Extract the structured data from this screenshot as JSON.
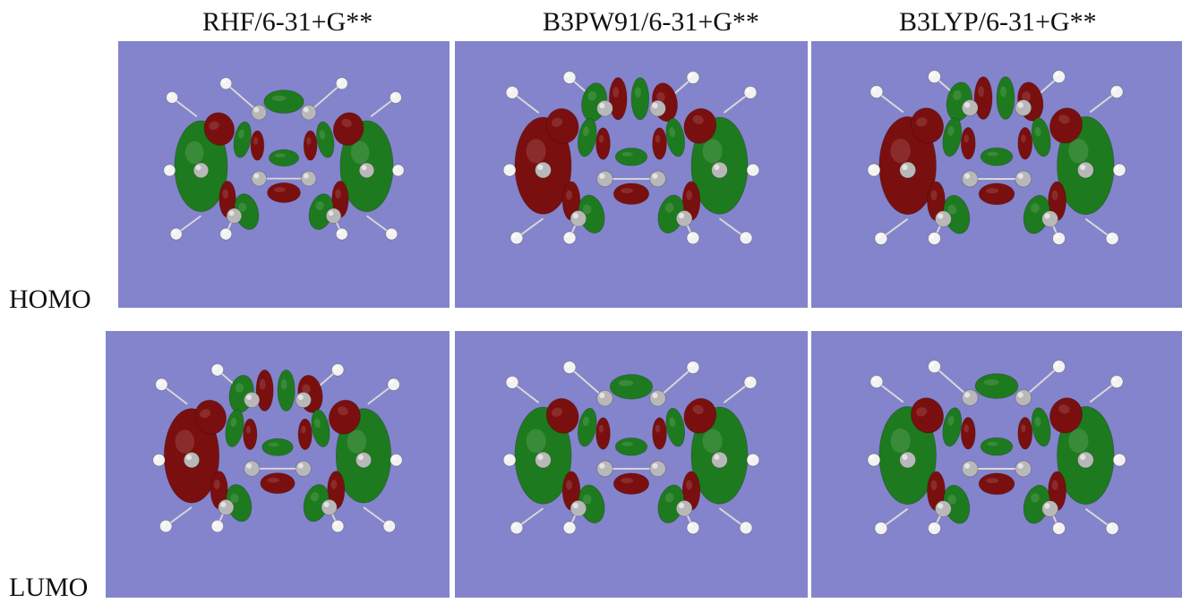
{
  "columns": [
    {
      "title": "RHF/6-31+G**"
    },
    {
      "title": "B3PW91/6-31+G**"
    },
    {
      "title": "B3LYP/6-31+G**"
    }
  ],
  "rows": [
    {
      "label": "HOMO"
    },
    {
      "label": "LUMO"
    }
  ],
  "panels": [
    {
      "row": "HOMO",
      "method": "RHF/6-31+G**",
      "orbital_style": "A"
    },
    {
      "row": "HOMO",
      "method": "B3PW91/6-31+G**",
      "orbital_style": "B"
    },
    {
      "row": "HOMO",
      "method": "B3LYP/6-31+G**",
      "orbital_style": "B"
    },
    {
      "row": "LUMO",
      "method": "RHF/6-31+G**",
      "orbital_style": "B"
    },
    {
      "row": "LUMO",
      "method": "B3PW91/6-31+G**",
      "orbital_style": "A"
    },
    {
      "row": "LUMO",
      "method": "B3LYP/6-31+G**",
      "orbital_style": "A"
    }
  ],
  "colors": {
    "background": "#8484cc",
    "positive_lobe": "#1e7a1e",
    "negative_lobe": "#7a0f0f",
    "carbon_atom": "#b8b8b8",
    "hydrogen_atom": "#f2f2f2"
  }
}
